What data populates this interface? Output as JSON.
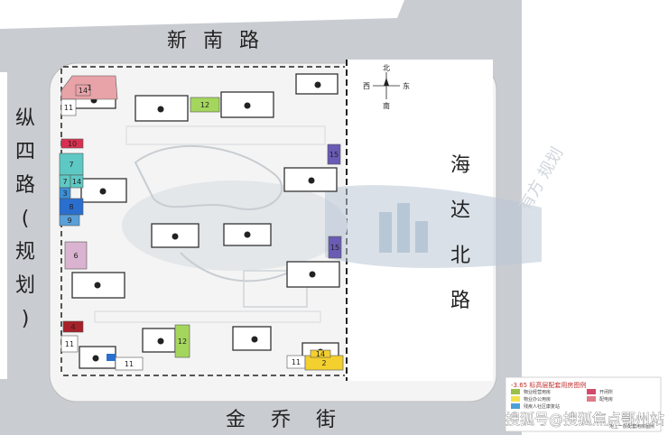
{
  "roads": {
    "north": "新南路",
    "west": [
      "纵",
      "四",
      "路",
      "(",
      "规",
      "划",
      ")"
    ],
    "east": [
      "海",
      "达",
      "北",
      "路"
    ],
    "south": "金乔街"
  },
  "compass": {
    "north": "北",
    "south": "南",
    "west": "西",
    "east": "东"
  },
  "legend": {
    "title": "-3.65 标高层配套用房图例",
    "items": [
      {
        "label": "物业经营用房",
        "color": "#9bc04a"
      },
      {
        "label": "物业办公用房",
        "color": "#f2e24a"
      },
      {
        "label": "残疾人社区康复站",
        "color": "#4a9fd8"
      },
      {
        "label": "开闭所",
        "color": "#d24a6a"
      },
      {
        "label": "配电房",
        "color": "#e07a8a"
      }
    ],
    "footer": "地上一层配套用房图例"
  },
  "zones": [
    {
      "id": "z1a",
      "label": "1",
      "color": "#e8a3a8"
    },
    {
      "id": "z14a",
      "label": "14",
      "color": "#e8a3a8"
    },
    {
      "id": "z11a",
      "label": "11",
      "color": "#ffffff"
    },
    {
      "id": "z12a",
      "label": "12",
      "color": "#a4d65e"
    },
    {
      "id": "z10",
      "label": "10",
      "color": "#d9304f"
    },
    {
      "id": "z7a",
      "label": "7",
      "color": "#5ec9c4"
    },
    {
      "id": "z7b",
      "label": "7",
      "color": "#5ec9c4"
    },
    {
      "id": "z14b",
      "label": "14",
      "color": "#5ec9c4"
    },
    {
      "id": "z3",
      "label": "3",
      "color": "#3a8fd8"
    },
    {
      "id": "z8",
      "label": "8",
      "color": "#2a6fcf"
    },
    {
      "id": "z9",
      "label": "9",
      "color": "#5aa0d8"
    },
    {
      "id": "z6",
      "label": "6",
      "color": "#d9b3cf"
    },
    {
      "id": "z15a",
      "label": "15",
      "color": "#6a5bb4"
    },
    {
      "id": "z15b",
      "label": "15",
      "color": "#6a5bb4"
    },
    {
      "id": "z4",
      "label": "4",
      "color": "#a8202a"
    },
    {
      "id": "z11b",
      "label": "11",
      "color": "#ffffff"
    },
    {
      "id": "z11c",
      "label": "11",
      "color": "#ffffff"
    },
    {
      "id": "z12b",
      "label": "12",
      "color": "#a4d65e"
    },
    {
      "id": "z11d",
      "label": "11",
      "color": "#ffffff"
    },
    {
      "id": "z2",
      "label": "2",
      "color": "#f4d02e"
    },
    {
      "id": "z14c",
      "label": "14",
      "color": "#f4d02e"
    }
  ],
  "watermark": {
    "main": "搜狐号@搜狐焦点鄂州站",
    "logo": "有方 规划"
  },
  "colors": {
    "road": "#c9cdd2",
    "site": "#f4f4f4",
    "boundary": "#333333"
  }
}
